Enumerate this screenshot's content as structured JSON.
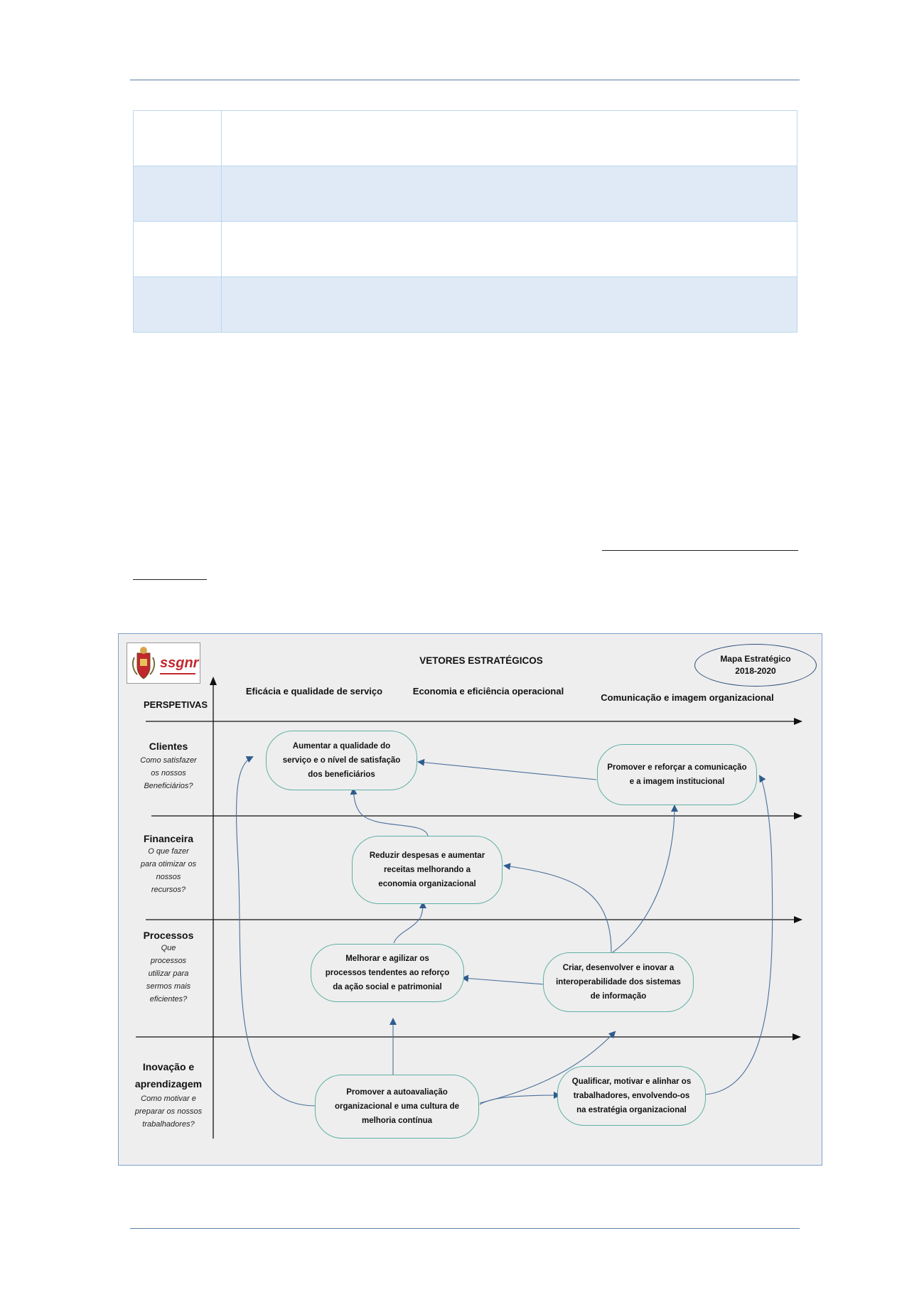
{
  "diagram": {
    "logo_text": "ssgnr",
    "header": "VETORES ESTRATÉGICOS",
    "badge": {
      "line1": "Mapa Estratégico",
      "line2": "2018-2020"
    },
    "vectors": [
      "Eficácia e qualidade de serviço",
      "Economia e eficiência operacional",
      "Comunicação e imagem organizacional"
    ],
    "perspectives_label": "PERSPETIVAS",
    "perspectives": [
      {
        "title": "Clientes",
        "question": [
          "Como satisfazer",
          "os nossos",
          "Beneficiários?"
        ]
      },
      {
        "title": "Financeira",
        "question": [
          "O que fazer",
          "para otimizar os",
          "nossos",
          "recursos?"
        ]
      },
      {
        "title": "Processos",
        "question": [
          "Que",
          "processos",
          "utilizar para",
          "sermos mais",
          "eficientes?"
        ]
      },
      {
        "title1": "Inovação e",
        "title2": "aprendizagem",
        "question": [
          "Como motivar e",
          "preparar os nossos",
          "trabalhadores?"
        ]
      }
    ],
    "nodes": {
      "n1": [
        "Aumentar a qualidade do",
        "serviço e o nível de satisfação",
        "dos beneficiários"
      ],
      "n2": [
        "Promover e reforçar a comunicação",
        "e a imagem institucional"
      ],
      "n3": [
        "Reduzir despesas e aumentar",
        "receitas melhorando a",
        "economia organizacional"
      ],
      "n4": [
        "Melhorar e agilizar os",
        "processos tendentes ao reforço",
        "da ação social e patrimonial"
      ],
      "n5": [
        "Criar, desenvolver e inovar a",
        "interoperabilidade dos sistemas",
        "de informação"
      ],
      "n6": [
        "Promover a autoavaliação",
        "organizacional e uma cultura de",
        "melhoria contínua"
      ],
      "n7": [
        "Qualificar, motivar e alinhar os",
        "trabalhadores, envolvendo-os",
        "na estratégia organizacional"
      ]
    }
  },
  "colors": {
    "rule": "#5b7ea6",
    "table_alt": "#dfeaf6",
    "node_border": "#5fb0a4",
    "arrow": "#4a6f9c",
    "map_bg": "#eeeeee"
  }
}
